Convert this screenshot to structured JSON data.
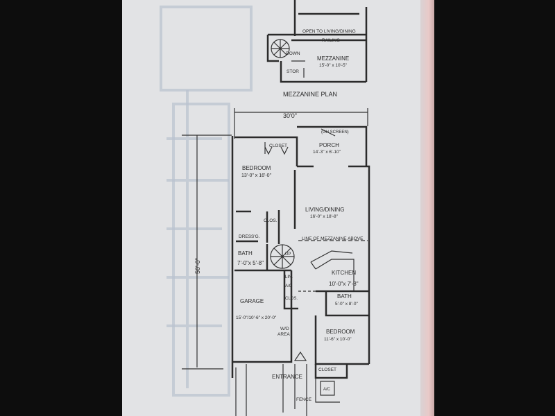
{
  "mezzanine": {
    "open_label": "OPEN TO LIVING/DINING",
    "railing": "RAILING",
    "down": "DOWN",
    "room": "MEZZANINE",
    "room_size": "15'-0\" x 10'-5\"",
    "stor": "STOR",
    "title": "MEZZANINE PLAN"
  },
  "dimensions": {
    "width": "30'0\"",
    "depth": "50'-0\""
  },
  "rooms": {
    "porch": "PORCH",
    "porch_note": "(GH SCREEN)",
    "porch_size": "14'-3\" x 6'-10\"",
    "closet1": "CLOSET",
    "bedroom1": "BEDROOM",
    "bedroom1_size": "13'-0\" x 16'-0\"",
    "living": "LIVING/DINING",
    "living_size": "16'-0\" x 18'-8\"",
    "clos1": "CLOS.",
    "dressing": "DRESS'G.",
    "mezz_line": "LINE OF MEZZANINE ABOVE",
    "bath1": "BATH",
    "bath1_size": "7'-0\"x 5'-8\"",
    "up": "UP",
    "lin": "LIN.",
    "ac1": "A/C",
    "clos2": "CLOS.",
    "kitchen": "KITCHEN",
    "kitchen_size": "10'-0\"x 7'-8\"",
    "garage": "GARAGE",
    "garage_size": "15'-0\"/10'-6\" x 20'-0\"",
    "bath2": "BATH",
    "bath2_size": "5'-0\" x 8'-0\"",
    "wd1": "W/D",
    "wd2": "AREA",
    "bedroom2": "BEDROOM",
    "bedroom2_size": "11'-6\" x 10'-0\"",
    "entrance": "ENTRANCE",
    "closet2": "CLOSET",
    "ac2": "A/C",
    "fence": "FENCE"
  }
}
